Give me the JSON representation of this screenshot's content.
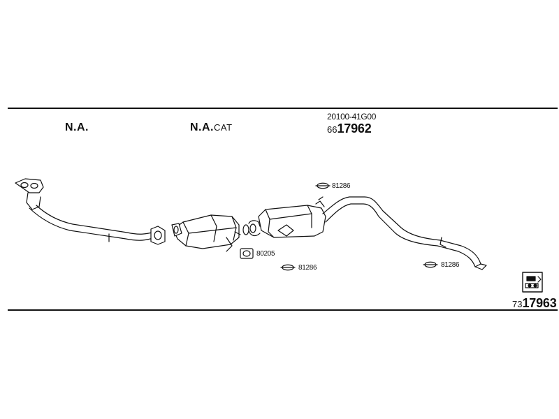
{
  "labels": {
    "na": "N.A.",
    "na_cat_prefix": "N.A.",
    "na_cat_suffix": "CAT",
    "part_number": "20100-41G00",
    "ref_top_prefix": "66",
    "ref_top_main": "17962",
    "ref_bottom_prefix": "73",
    "ref_bottom_main": "17963"
  },
  "part_codes": {
    "clamp_upper": "81286",
    "gasket": "80205",
    "clamp_middle": "81286",
    "clamp_right": "81286"
  },
  "icons": {
    "parts": "exhaust-part-drawing",
    "gasket": "gasket-icon",
    "clamp": "clamp-icon",
    "reference_box": "parts-kit-icon"
  }
}
